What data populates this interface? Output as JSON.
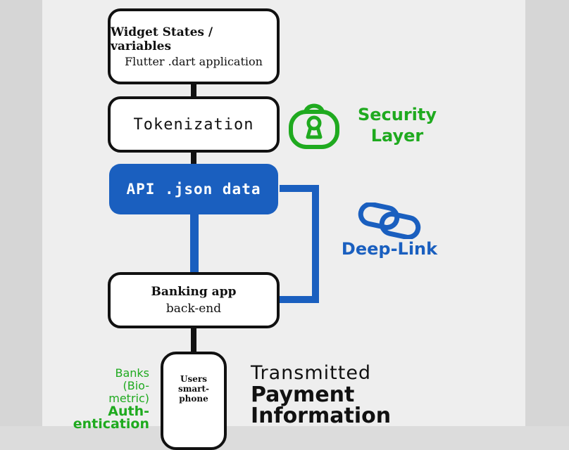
{
  "nodes": {
    "widget": {
      "line1": "Widget States / variables",
      "line2": "Flutter .dart application"
    },
    "tokenization": {
      "label": "Tokenization"
    },
    "api": {
      "label": "API .json data"
    },
    "banking": {
      "line1": "Banking app",
      "line2": "back-end"
    },
    "phone": {
      "line1": "Users",
      "line2": "smart-",
      "line3": "phone"
    }
  },
  "labels": {
    "security": {
      "line1": "Security",
      "line2": "Layer"
    },
    "deeplink": "Deep-Link",
    "bank_auth": {
      "line1": "Banks",
      "line2": "(Bio-",
      "line3": "metric)",
      "line4": "Auth-",
      "line5": "entication"
    },
    "transmitted": {
      "line1": "Transmitted",
      "line2": "Payment",
      "line3": "Information"
    }
  },
  "colors": {
    "security_green": "#1faa1f",
    "deeplink_blue": "#1a5fbf",
    "box_border": "#111111"
  },
  "icons": {
    "security": "padlock-keyhole-icon",
    "deeplink": "chain-link-icon"
  }
}
